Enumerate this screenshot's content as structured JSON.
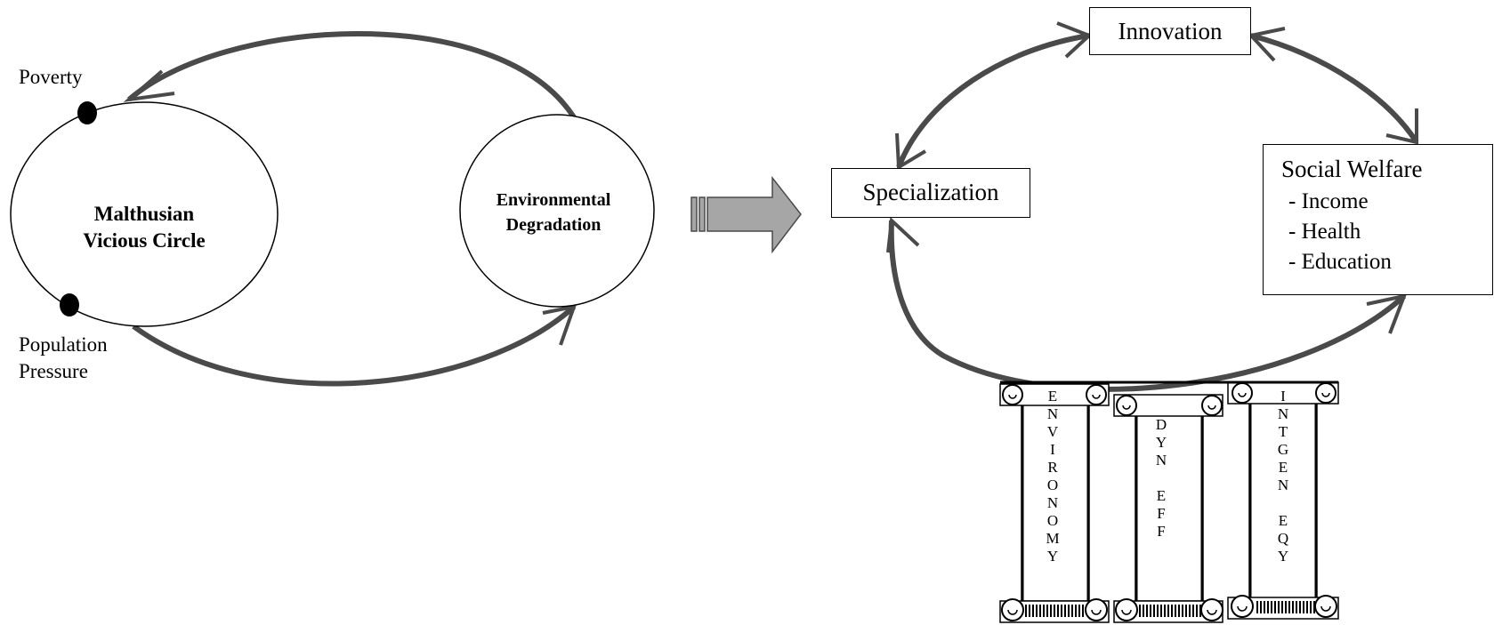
{
  "left_diagram": {
    "poverty_label": "Poverty",
    "population_label_line1": "Population",
    "population_label_line2": "Pressure",
    "malthusian_line1": "Malthusian",
    "malthusian_line2": "Vicious Circle",
    "degradation_line1": "Environmental",
    "degradation_line2": "Degradation"
  },
  "right_diagram": {
    "innovation_label": "Innovation",
    "specialization_label": "Specialization",
    "social_welfare": {
      "title": "Social Welfare",
      "items": [
        "- Income",
        "- Health",
        "- Education"
      ]
    }
  },
  "pillars": [
    {
      "letters": [
        "E",
        "N",
        "V",
        "I",
        "R",
        "O",
        "N",
        "O",
        "M",
        "Y"
      ]
    },
    {
      "letters": [
        "D",
        "Y",
        "N",
        "",
        "E",
        "F",
        "F"
      ]
    },
    {
      "letters": [
        "I",
        "N",
        "T",
        "G",
        "E",
        "N",
        "",
        "E",
        "Q",
        "Y"
      ]
    }
  ],
  "colors": {
    "arrow_stroke": "#4a4a4a",
    "transition_arrow_fill": "#a6a6a6",
    "dot_fill": "#000000"
  }
}
